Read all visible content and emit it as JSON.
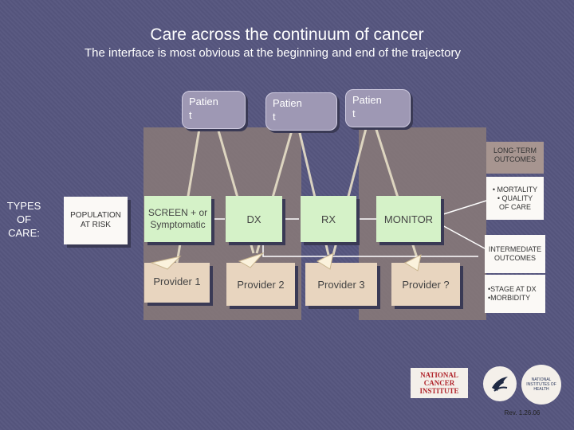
{
  "header": {
    "title": "Care across the continuum of cancer",
    "subtitle": "The interface is most obvious at the beginning and end of the trajectory"
  },
  "patients": [
    "Patien\nt",
    "Patien\nt",
    "Patien\nt"
  ],
  "types_label": "TYPES\nOF\nCARE:",
  "population": "POPULATION\nAT RISK",
  "care_steps": {
    "screen": "SCREEN + or\nSymptomatic",
    "dx": "DX",
    "rx": "RX",
    "monitor": "MONITOR"
  },
  "providers": [
    "Provider 1",
    "Provider 2",
    "Provider 3",
    "Provider ?"
  ],
  "outcomes": {
    "long_term_title": "LONG-TERM\nOUTCOMES",
    "long_term_items": "• MORTALITY\n• QUALITY\nOF CARE",
    "intermediate_title": "INTERMEDIATE\nOUTCOMES",
    "intermediate_items": "•STAGE AT DX\n•MORBIDITY"
  },
  "logos": {
    "nci": "NATIONAL\nCANCER\nINSTITUTE",
    "nih": "NATIONAL INSTITUTES OF HEALTH"
  },
  "revision": "Rev. 1.26.06"
}
